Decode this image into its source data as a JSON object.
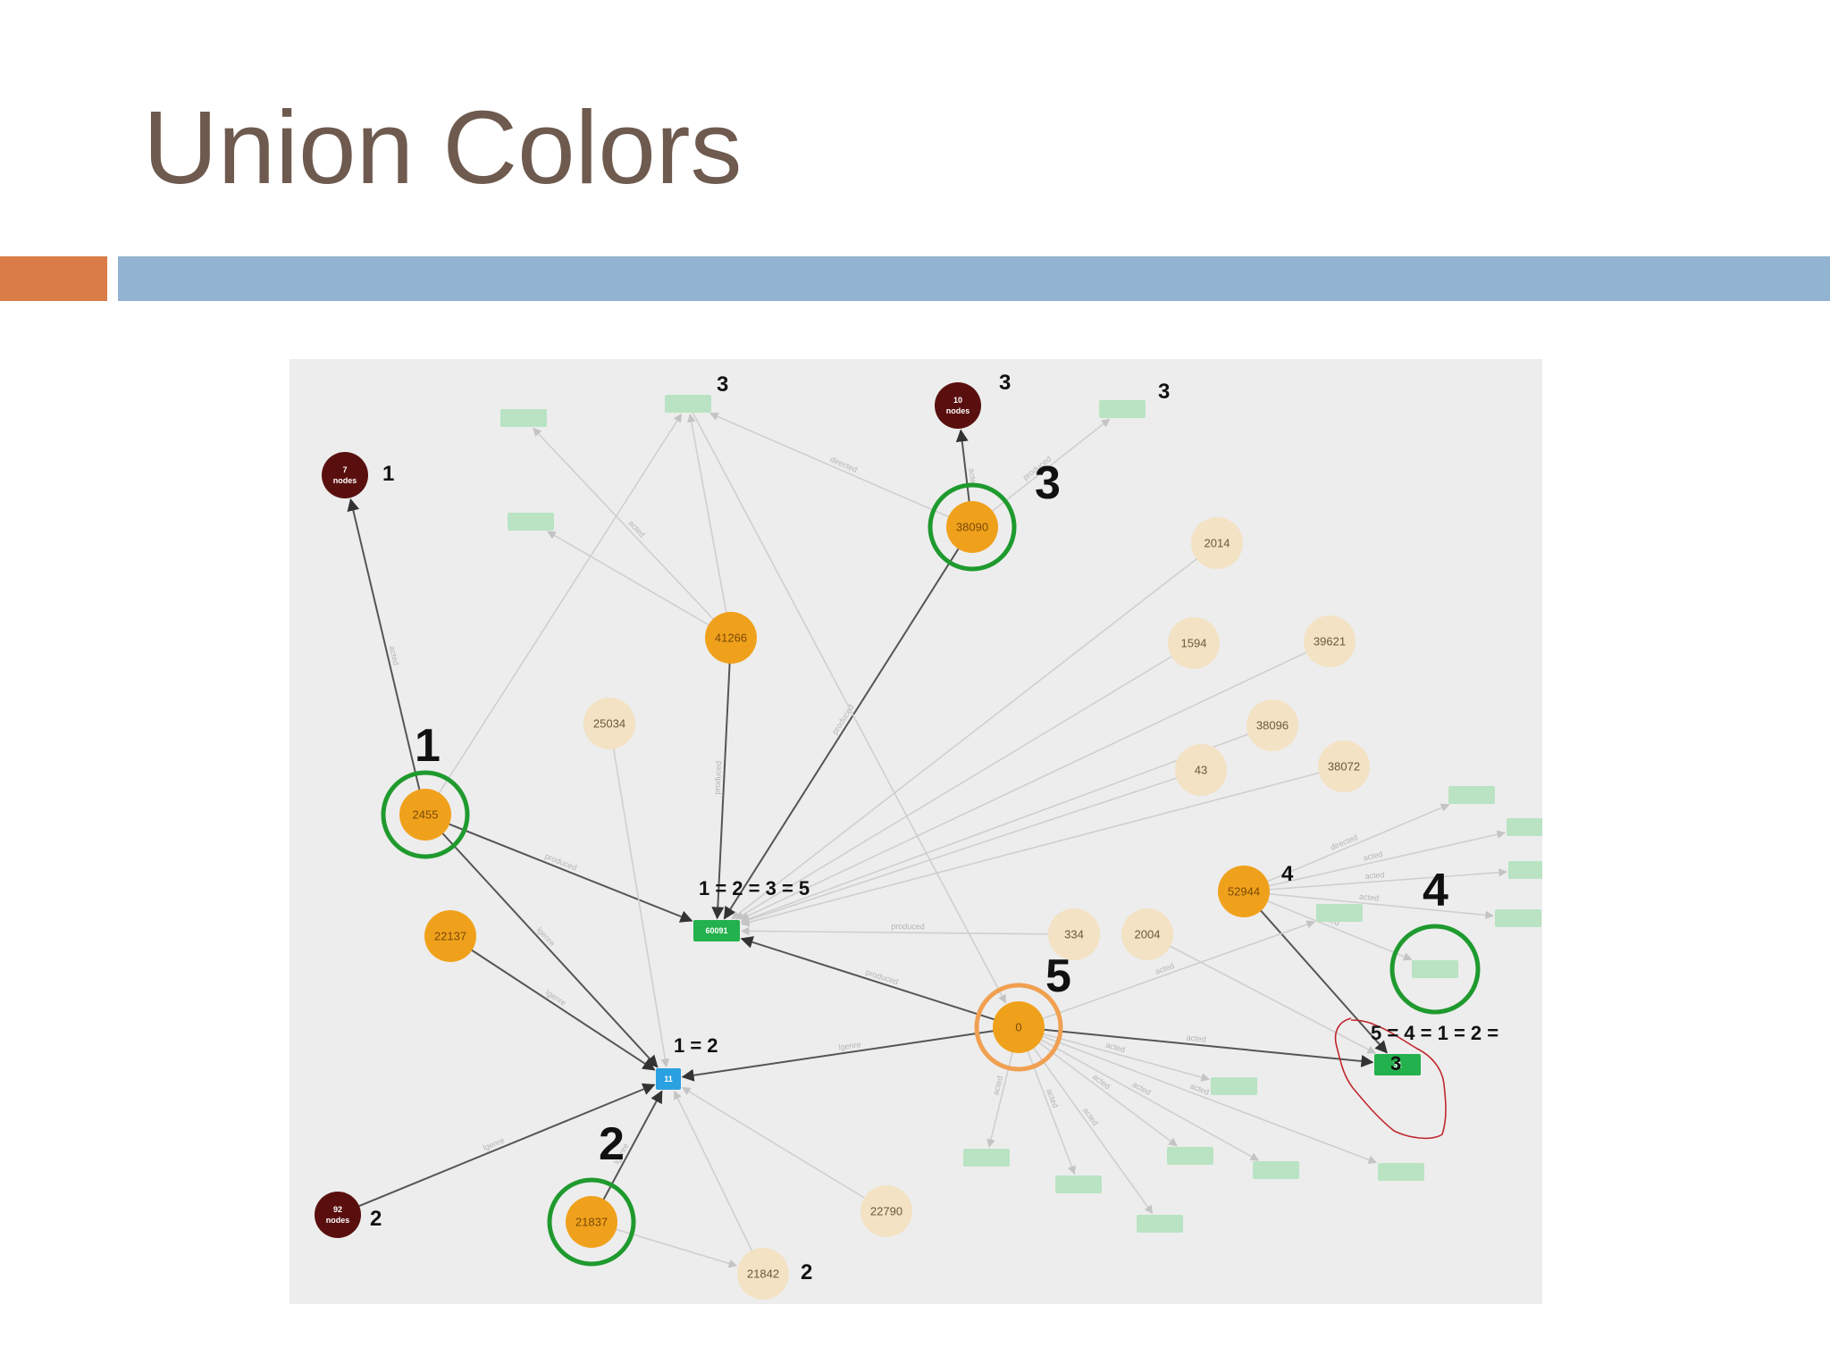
{
  "slide": {
    "title": "Union Colors",
    "colors": {
      "title": "#6e5a4e",
      "accent_orange": "#d97c47",
      "accent_blue": "#92b3d1"
    }
  },
  "graph": {
    "colors": {
      "node_dark": "#5a0f0f",
      "node_orange": "#f0a11c",
      "node_pale": "#f3e2c4",
      "rect_green": "#22b14c",
      "rect_pale": "#b9e3c3",
      "rect_blue": "#2aa1e0",
      "ring_green": "#1f9a2e",
      "ring_orange": "#f0a050",
      "scribble_red": "#c0282e"
    },
    "nodes": [
      {
        "id": "n2455",
        "kind": "orange",
        "label": "2455"
      },
      {
        "id": "n41266",
        "kind": "orange",
        "label": "41266"
      },
      {
        "id": "n38090",
        "kind": "orange",
        "label": "38090"
      },
      {
        "id": "n22137",
        "kind": "orange",
        "label": "22137"
      },
      {
        "id": "n21837",
        "kind": "orange",
        "label": "21837"
      },
      {
        "id": "n52944",
        "kind": "orange",
        "label": "52944"
      },
      {
        "id": "n0",
        "kind": "orange",
        "label": "0"
      },
      {
        "id": "n25034",
        "kind": "pale",
        "label": "25034"
      },
      {
        "id": "n2014",
        "kind": "pale",
        "label": "2014"
      },
      {
        "id": "n1594",
        "kind": "pale",
        "label": "1594"
      },
      {
        "id": "n39621",
        "kind": "pale",
        "label": "39621"
      },
      {
        "id": "n38096",
        "kind": "pale",
        "label": "38096"
      },
      {
        "id": "n43",
        "kind": "pale",
        "label": "43"
      },
      {
        "id": "n38072",
        "kind": "pale",
        "label": "38072"
      },
      {
        "id": "n334",
        "kind": "pale",
        "label": "334"
      },
      {
        "id": "n2004",
        "kind": "pale",
        "label": "2004"
      },
      {
        "id": "n22790",
        "kind": "pale",
        "label": "22790"
      },
      {
        "id": "n21842",
        "kind": "pale",
        "label": "21842"
      },
      {
        "id": "nd7",
        "kind": "dark",
        "label": [
          "7",
          "nodes"
        ]
      },
      {
        "id": "nd10",
        "kind": "dark",
        "label": [
          "10",
          "nodes"
        ]
      },
      {
        "id": "nd92",
        "kind": "dark",
        "label": [
          "92",
          "nodes"
        ]
      },
      {
        "id": "r60091",
        "kind": "rect-green",
        "label": "60091"
      },
      {
        "id": "r11",
        "kind": "rect-blue",
        "label": "11"
      },
      {
        "id": "r31",
        "kind": "rect-green",
        "label": "31"
      },
      {
        "id": "p1",
        "kind": "rect-pale",
        "label": ""
      },
      {
        "id": "p2",
        "kind": "rect-pale",
        "label": ""
      },
      {
        "id": "p3",
        "kind": "rect-pale",
        "label": ""
      },
      {
        "id": "p4",
        "kind": "rect-pale",
        "label": ""
      },
      {
        "id": "p5",
        "kind": "rect-pale",
        "label": ""
      },
      {
        "id": "p6",
        "kind": "rect-pale",
        "label": ""
      },
      {
        "id": "p7",
        "kind": "rect-pale",
        "label": ""
      },
      {
        "id": "p8",
        "kind": "rect-pale",
        "label": ""
      },
      {
        "id": "p9",
        "kind": "rect-pale",
        "label": ""
      },
      {
        "id": "p10",
        "kind": "rect-pale",
        "label": ""
      },
      {
        "id": "p11",
        "kind": "rect-pale",
        "label": ""
      },
      {
        "id": "p12",
        "kind": "rect-pale",
        "label": ""
      },
      {
        "id": "p13",
        "kind": "rect-pale",
        "label": ""
      },
      {
        "id": "p14",
        "kind": "rect-pale",
        "label": ""
      },
      {
        "id": "p15",
        "kind": "rect-pale",
        "label": ""
      },
      {
        "id": "p16",
        "kind": "rect-pale",
        "label": ""
      },
      {
        "id": "p17",
        "kind": "rect-pale",
        "label": ""
      }
    ],
    "edges": [
      {
        "from": "n2455",
        "to": "nd7",
        "label": "acted",
        "dark": true
      },
      {
        "from": "n2455",
        "to": "r60091",
        "label": "produced",
        "dark": true
      },
      {
        "from": "n2455",
        "to": "r11",
        "label": "lgenre",
        "dark": true
      },
      {
        "from": "n2455",
        "to": "p1",
        "label": "",
        "dark": false
      },
      {
        "from": "n41266",
        "to": "r60091",
        "label": "produced",
        "dark": true
      },
      {
        "from": "n41266",
        "to": "p1",
        "label": "",
        "dark": false
      },
      {
        "from": "n41266",
        "to": "p2",
        "label": "acted",
        "dark": false
      },
      {
        "from": "n41266",
        "to": "p3",
        "label": "",
        "dark": false
      },
      {
        "from": "n38090",
        "to": "r60091",
        "label": "produced",
        "dark": true
      },
      {
        "from": "n38090",
        "to": "nd10",
        "label": "acted",
        "dark": true
      },
      {
        "from": "n38090",
        "to": "p4",
        "label": "produced",
        "dark": false
      },
      {
        "from": "n38090",
        "to": "p1",
        "label": "directed",
        "dark": false
      },
      {
        "from": "n22137",
        "to": "r11",
        "label": "lgenre",
        "dark": true
      },
      {
        "from": "n21837",
        "to": "r11",
        "label": "lgenre",
        "dark": true
      },
      {
        "from": "nd92",
        "to": "r11",
        "label": "lgenre",
        "dark": true
      },
      {
        "from": "n0",
        "to": "r60091",
        "label": "produced",
        "dark": true
      },
      {
        "from": "n0",
        "to": "r11",
        "label": "lgenre",
        "dark": true
      },
      {
        "from": "n0",
        "to": "r31",
        "label": "acted",
        "dark": true
      },
      {
        "from": "n52944",
        "to": "r31",
        "label": "",
        "dark": true
      },
      {
        "from": "n2014",
        "to": "r60091",
        "label": "",
        "dark": false
      },
      {
        "from": "n1594",
        "to": "r60091",
        "label": "",
        "dark": false
      },
      {
        "from": "n39621",
        "to": "r60091",
        "label": "",
        "dark": false
      },
      {
        "from": "n38096",
        "to": "r60091",
        "label": "",
        "dark": false
      },
      {
        "from": "n43",
        "to": "r60091",
        "label": "",
        "dark": false
      },
      {
        "from": "n38072",
        "to": "r60091",
        "label": "",
        "dark": false
      },
      {
        "from": "n334",
        "to": "r60091",
        "label": "produced",
        "dark": false
      },
      {
        "from": "n2004",
        "to": "r31",
        "label": "",
        "dark": false
      },
      {
        "from": "n25034",
        "to": "r11",
        "label": "",
        "dark": false
      },
      {
        "from": "n22790",
        "to": "r11",
        "label": "",
        "dark": false
      },
      {
        "from": "n21842",
        "to": "r11",
        "label": "",
        "dark": false
      },
      {
        "from": "p1",
        "to": "n0",
        "label": "",
        "dark": false
      },
      {
        "from": "n52944",
        "to": "p5",
        "label": "directed",
        "dark": false
      },
      {
        "from": "n52944",
        "to": "p6",
        "label": "acted",
        "dark": false
      },
      {
        "from": "n52944",
        "to": "p7",
        "label": "acted",
        "dark": false
      },
      {
        "from": "n52944",
        "to": "p8",
        "label": "acted",
        "dark": false
      },
      {
        "from": "n52944",
        "to": "p9",
        "label": "acted",
        "dark": false
      },
      {
        "from": "n0",
        "to": "p10",
        "label": "acted",
        "dark": false
      },
      {
        "from": "n0",
        "to": "p11",
        "label": "acted",
        "dark": false
      },
      {
        "from": "n0",
        "to": "p12",
        "label": "acted",
        "dark": false
      },
      {
        "from": "n0",
        "to": "p13",
        "label": "acted",
        "dark": false
      },
      {
        "from": "n0",
        "to": "p14",
        "label": "acted",
        "dark": false
      },
      {
        "from": "n0",
        "to": "p15",
        "label": "acted",
        "dark": false
      },
      {
        "from": "n0",
        "to": "p16",
        "label": "acted",
        "dark": false
      },
      {
        "from": "n0",
        "to": "p17",
        "label": "acted",
        "dark": false
      },
      {
        "from": "n21837",
        "to": "n21842",
        "label": "",
        "dark": false
      }
    ],
    "rings": [
      {
        "node": "n2455",
        "color": "green"
      },
      {
        "node": "n38090",
        "color": "green"
      },
      {
        "node": "n21837",
        "color": "green"
      },
      {
        "node": "p9",
        "color": "green"
      },
      {
        "node": "n0",
        "color": "orange"
      }
    ],
    "annotations": [
      {
        "id": "big-1",
        "text": "1",
        "size": "big"
      },
      {
        "id": "big-2",
        "text": "2",
        "size": "big"
      },
      {
        "id": "big-3",
        "text": "3",
        "size": "big"
      },
      {
        "id": "big-4",
        "text": "4",
        "size": "big"
      },
      {
        "id": "big-5",
        "text": "5",
        "size": "big"
      },
      {
        "id": "small-1-dark7",
        "text": "1",
        "size": "small"
      },
      {
        "id": "small-3-top",
        "text": "3",
        "size": "small"
      },
      {
        "id": "small-3-dark10",
        "text": "3",
        "size": "small"
      },
      {
        "id": "small-3-right",
        "text": "3",
        "size": "small"
      },
      {
        "id": "small-2-dark92",
        "text": "2",
        "size": "small"
      },
      {
        "id": "small-2-21842",
        "text": "2",
        "size": "small"
      },
      {
        "id": "small-4-52944",
        "text": "4",
        "size": "small"
      },
      {
        "id": "eq-60091",
        "text": "1  = 2 = 3   = 5",
        "size": "eq"
      },
      {
        "id": "eq-11",
        "text": "1 = 2",
        "size": "eq"
      },
      {
        "id": "eq-31",
        "text": "5 = 4 = 1 = 2 =",
        "size": "eq"
      },
      {
        "id": "eq-31-3",
        "text": "3",
        "size": "eq"
      }
    ]
  }
}
